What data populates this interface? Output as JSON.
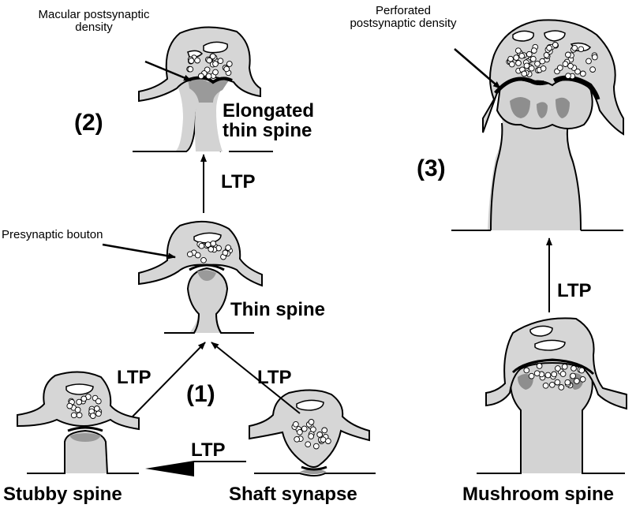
{
  "labels": {
    "macular_line1": "Macular postsynaptic",
    "macular_line2": "density",
    "perforated_line1": "Perforated",
    "perforated_line2": "postsynaptic density",
    "presynaptic_bouton": "Presynaptic bouton",
    "elongated_line1": "Elongated",
    "elongated_line2": "thin spine",
    "thin_spine": "Thin spine",
    "stubby_spine": "Stubby spine",
    "shaft_synapse": "Shaft synapse",
    "mushroom_spine": "Mushroom spine",
    "stage_1": "(1)",
    "stage_2": "(2)",
    "stage_3": "(3)",
    "ltp": "LTP"
  },
  "colors": {
    "spine_fill": "#d3d3d3",
    "dark_fill": "#8e8e8e",
    "bouton_fill": "#d6d6d6",
    "line": "#000000",
    "vesicle_fill": "#ffffff"
  }
}
